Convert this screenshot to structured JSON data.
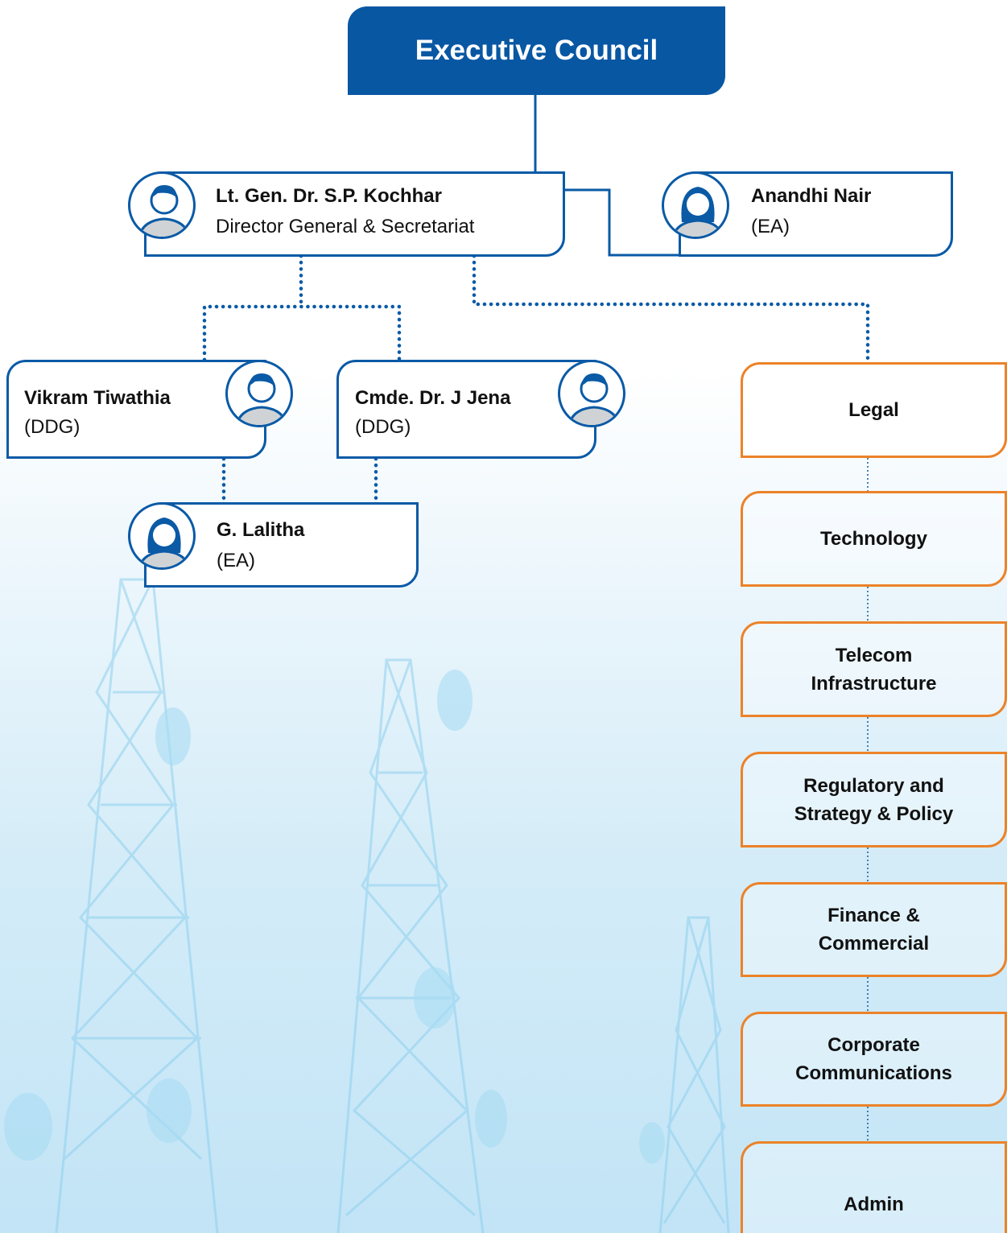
{
  "council": {
    "title": "Executive Council"
  },
  "people": {
    "dg": {
      "name": "Lt. Gen. Dr. S.P. Kochhar",
      "role": "Director General & Secretariat"
    },
    "ea_top": {
      "name": "Anandhi Nair",
      "role": "(EA)"
    },
    "ddg1": {
      "name": "Vikram Tiwathia",
      "role": "(DDG)"
    },
    "ddg2": {
      "name": "Cmde. Dr. J Jena",
      "role": "(DDG)"
    },
    "ea_bottom": {
      "name": "G. Lalitha",
      "role": "(EA)"
    }
  },
  "departments": [
    "Legal",
    "Technology",
    "Telecom\nInfrastructure",
    "Regulatory and\nStrategy & Policy",
    "Finance &\nCommercial",
    "Corporate\nCommunications",
    "Admin"
  ],
  "colors": {
    "primary_blue": "#0857a3",
    "card_border_blue": "#0a5aa6",
    "department_orange": "#ec8228",
    "avatar_grey": "#cfd3d6"
  }
}
